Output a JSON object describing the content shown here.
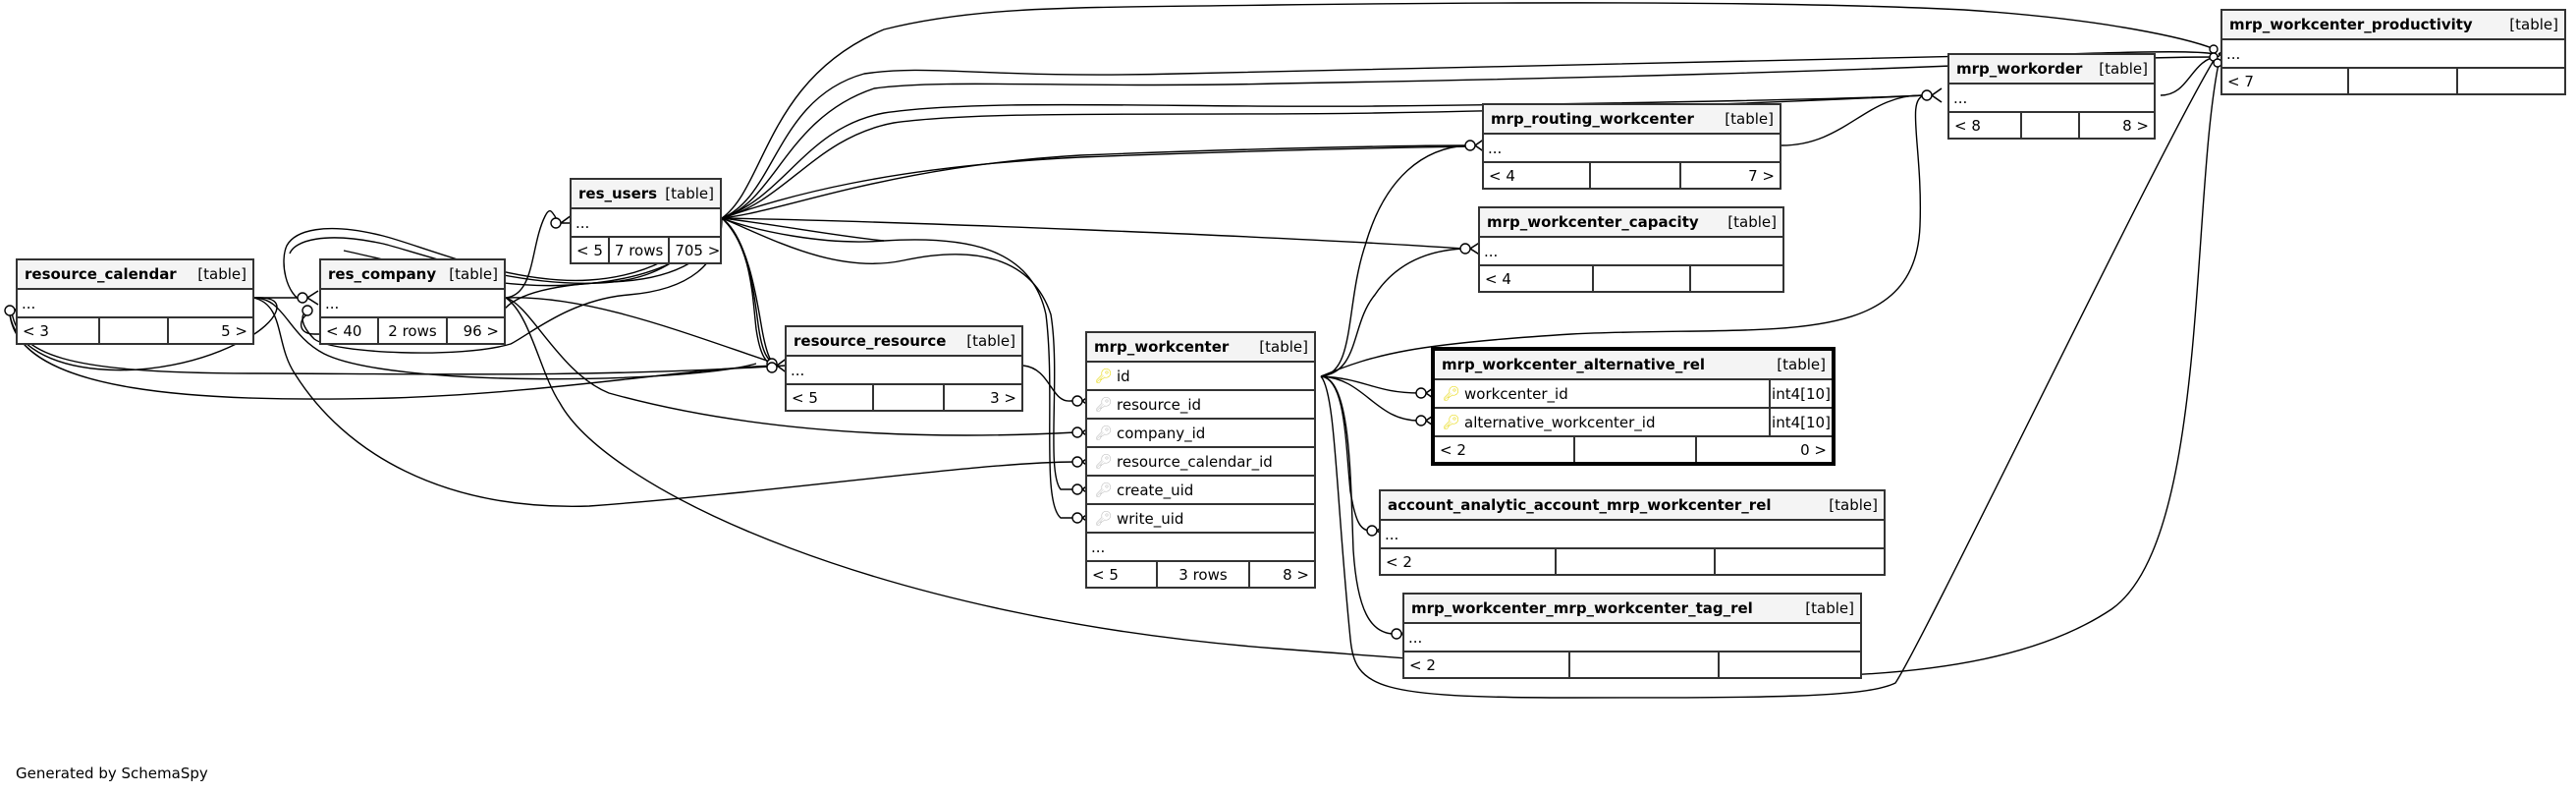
{
  "footer": {
    "generated_by": "Generated by SchemaSpy"
  },
  "colors": {
    "primary_key": "#e6d600",
    "foreign_key": "#bbbbbb",
    "header_bg": "#f4f4f4",
    "border": "#333333"
  },
  "tables": {
    "resource_calendar": {
      "name": "resource_calendar",
      "type": "[table]",
      "ellipsis": "...",
      "parents": "< 3",
      "rows": "",
      "children": "5 >"
    },
    "res_company": {
      "name": "res_company",
      "type": "[table]",
      "ellipsis": "...",
      "parents": "< 40",
      "rows": "2 rows",
      "children": "96 >"
    },
    "res_users": {
      "name": "res_users",
      "type": "[table]",
      "ellipsis": "...",
      "parents": "< 5",
      "rows": "7 rows",
      "children": "705 >"
    },
    "resource_resource": {
      "name": "resource_resource",
      "type": "[table]",
      "ellipsis": "...",
      "parents": "< 5",
      "rows": "",
      "children": "3 >"
    },
    "mrp_workcenter": {
      "name": "mrp_workcenter",
      "type": "[table]",
      "columns": [
        {
          "name": "id",
          "key": "pk",
          "icon": "primary-key-icon"
        },
        {
          "name": "resource_id",
          "key": "fk",
          "icon": "foreign-key-icon"
        },
        {
          "name": "company_id",
          "key": "fk",
          "icon": "foreign-key-icon"
        },
        {
          "name": "resource_calendar_id",
          "key": "fk",
          "icon": "foreign-key-icon"
        },
        {
          "name": "create_uid",
          "key": "fk",
          "icon": "foreign-key-icon"
        },
        {
          "name": "write_uid",
          "key": "fk",
          "icon": "foreign-key-icon"
        }
      ],
      "ellipsis": "...",
      "parents": "< 5",
      "rows": "3 rows",
      "children": "8 >"
    },
    "mrp_routing_workcenter": {
      "name": "mrp_routing_workcenter",
      "type": "[table]",
      "ellipsis": "...",
      "parents": "< 4",
      "rows": "",
      "children": "7 >"
    },
    "mrp_workcenter_capacity": {
      "name": "mrp_workcenter_capacity",
      "type": "[table]",
      "ellipsis": "...",
      "parents": "< 4",
      "rows": "",
      "children": ""
    },
    "mrp_workcenter_alternative_rel": {
      "name": "mrp_workcenter_alternative_rel",
      "type": "[table]",
      "columns": [
        {
          "name": "workcenter_id",
          "datatype": "int4[10]",
          "key": "pk",
          "icon": "primary-key-icon"
        },
        {
          "name": "alternative_workcenter_id",
          "datatype": "int4[10]",
          "key": "pk",
          "icon": "primary-key-icon"
        }
      ],
      "parents": "< 2",
      "rows": "",
      "children": "0 >"
    },
    "account_analytic_account_mrp_workcenter_rel": {
      "name": "account_analytic_account_mrp_workcenter_rel",
      "type": "[table]",
      "ellipsis": "...",
      "parents": "< 2",
      "rows": "",
      "children": ""
    },
    "mrp_workcenter_mrp_workcenter_tag_rel": {
      "name": "mrp_workcenter_mrp_workcenter_tag_rel",
      "type": "[table]",
      "ellipsis": "...",
      "parents": "< 2",
      "rows": "",
      "children": ""
    },
    "mrp_workorder": {
      "name": "mrp_workorder",
      "type": "[table]",
      "ellipsis": "...",
      "parents": "< 8",
      "rows": "",
      "children": "8 >"
    },
    "mrp_workcenter_productivity": {
      "name": "mrp_workcenter_productivity",
      "type": "[table]",
      "ellipsis": "...",
      "parents": "< 7",
      "rows": "",
      "children": ""
    }
  },
  "relationships": [
    {
      "from": "res_company",
      "to": "resource_calendar"
    },
    {
      "from": "resource_calendar",
      "to": "res_company"
    },
    {
      "from": "res_users",
      "to": "res_company"
    },
    {
      "from": "res_company",
      "to": "res_users"
    },
    {
      "from": "res_users",
      "to": "resource_resource"
    },
    {
      "from": "res_company",
      "to": "resource_resource"
    },
    {
      "from": "resource_calendar",
      "to": "resource_resource"
    },
    {
      "from": "resource_resource",
      "to": "mrp_workcenter",
      "column": "resource_id"
    },
    {
      "from": "res_company",
      "to": "mrp_workcenter",
      "column": "company_id"
    },
    {
      "from": "resource_calendar",
      "to": "mrp_workcenter",
      "column": "resource_calendar_id"
    },
    {
      "from": "res_users",
      "to": "mrp_workcenter",
      "column": "create_uid"
    },
    {
      "from": "res_users",
      "to": "mrp_workcenter",
      "column": "write_uid"
    },
    {
      "from": "mrp_workcenter",
      "to": "mrp_routing_workcenter"
    },
    {
      "from": "mrp_workcenter",
      "to": "mrp_workcenter_capacity"
    },
    {
      "from": "mrp_workcenter",
      "to": "mrp_workcenter_alternative_rel",
      "column": "workcenter_id"
    },
    {
      "from": "mrp_workcenter",
      "to": "mrp_workcenter_alternative_rel",
      "column": "alternative_workcenter_id"
    },
    {
      "from": "mrp_workcenter",
      "to": "account_analytic_account_mrp_workcenter_rel"
    },
    {
      "from": "mrp_workcenter",
      "to": "mrp_workcenter_mrp_workcenter_tag_rel"
    },
    {
      "from": "mrp_workcenter",
      "to": "mrp_workorder"
    },
    {
      "from": "mrp_workcenter",
      "to": "mrp_workcenter_productivity"
    },
    {
      "from": "res_users",
      "to": "mrp_routing_workcenter"
    },
    {
      "from": "res_users",
      "to": "mrp_workcenter_capacity"
    },
    {
      "from": "res_users",
      "to": "mrp_workorder"
    },
    {
      "from": "res_users",
      "to": "mrp_workcenter_productivity"
    },
    {
      "from": "res_company",
      "to": "mrp_workcenter_productivity"
    },
    {
      "from": "mrp_routing_workcenter",
      "to": "mrp_workorder"
    },
    {
      "from": "mrp_workorder",
      "to": "mrp_workcenter_productivity"
    }
  ]
}
